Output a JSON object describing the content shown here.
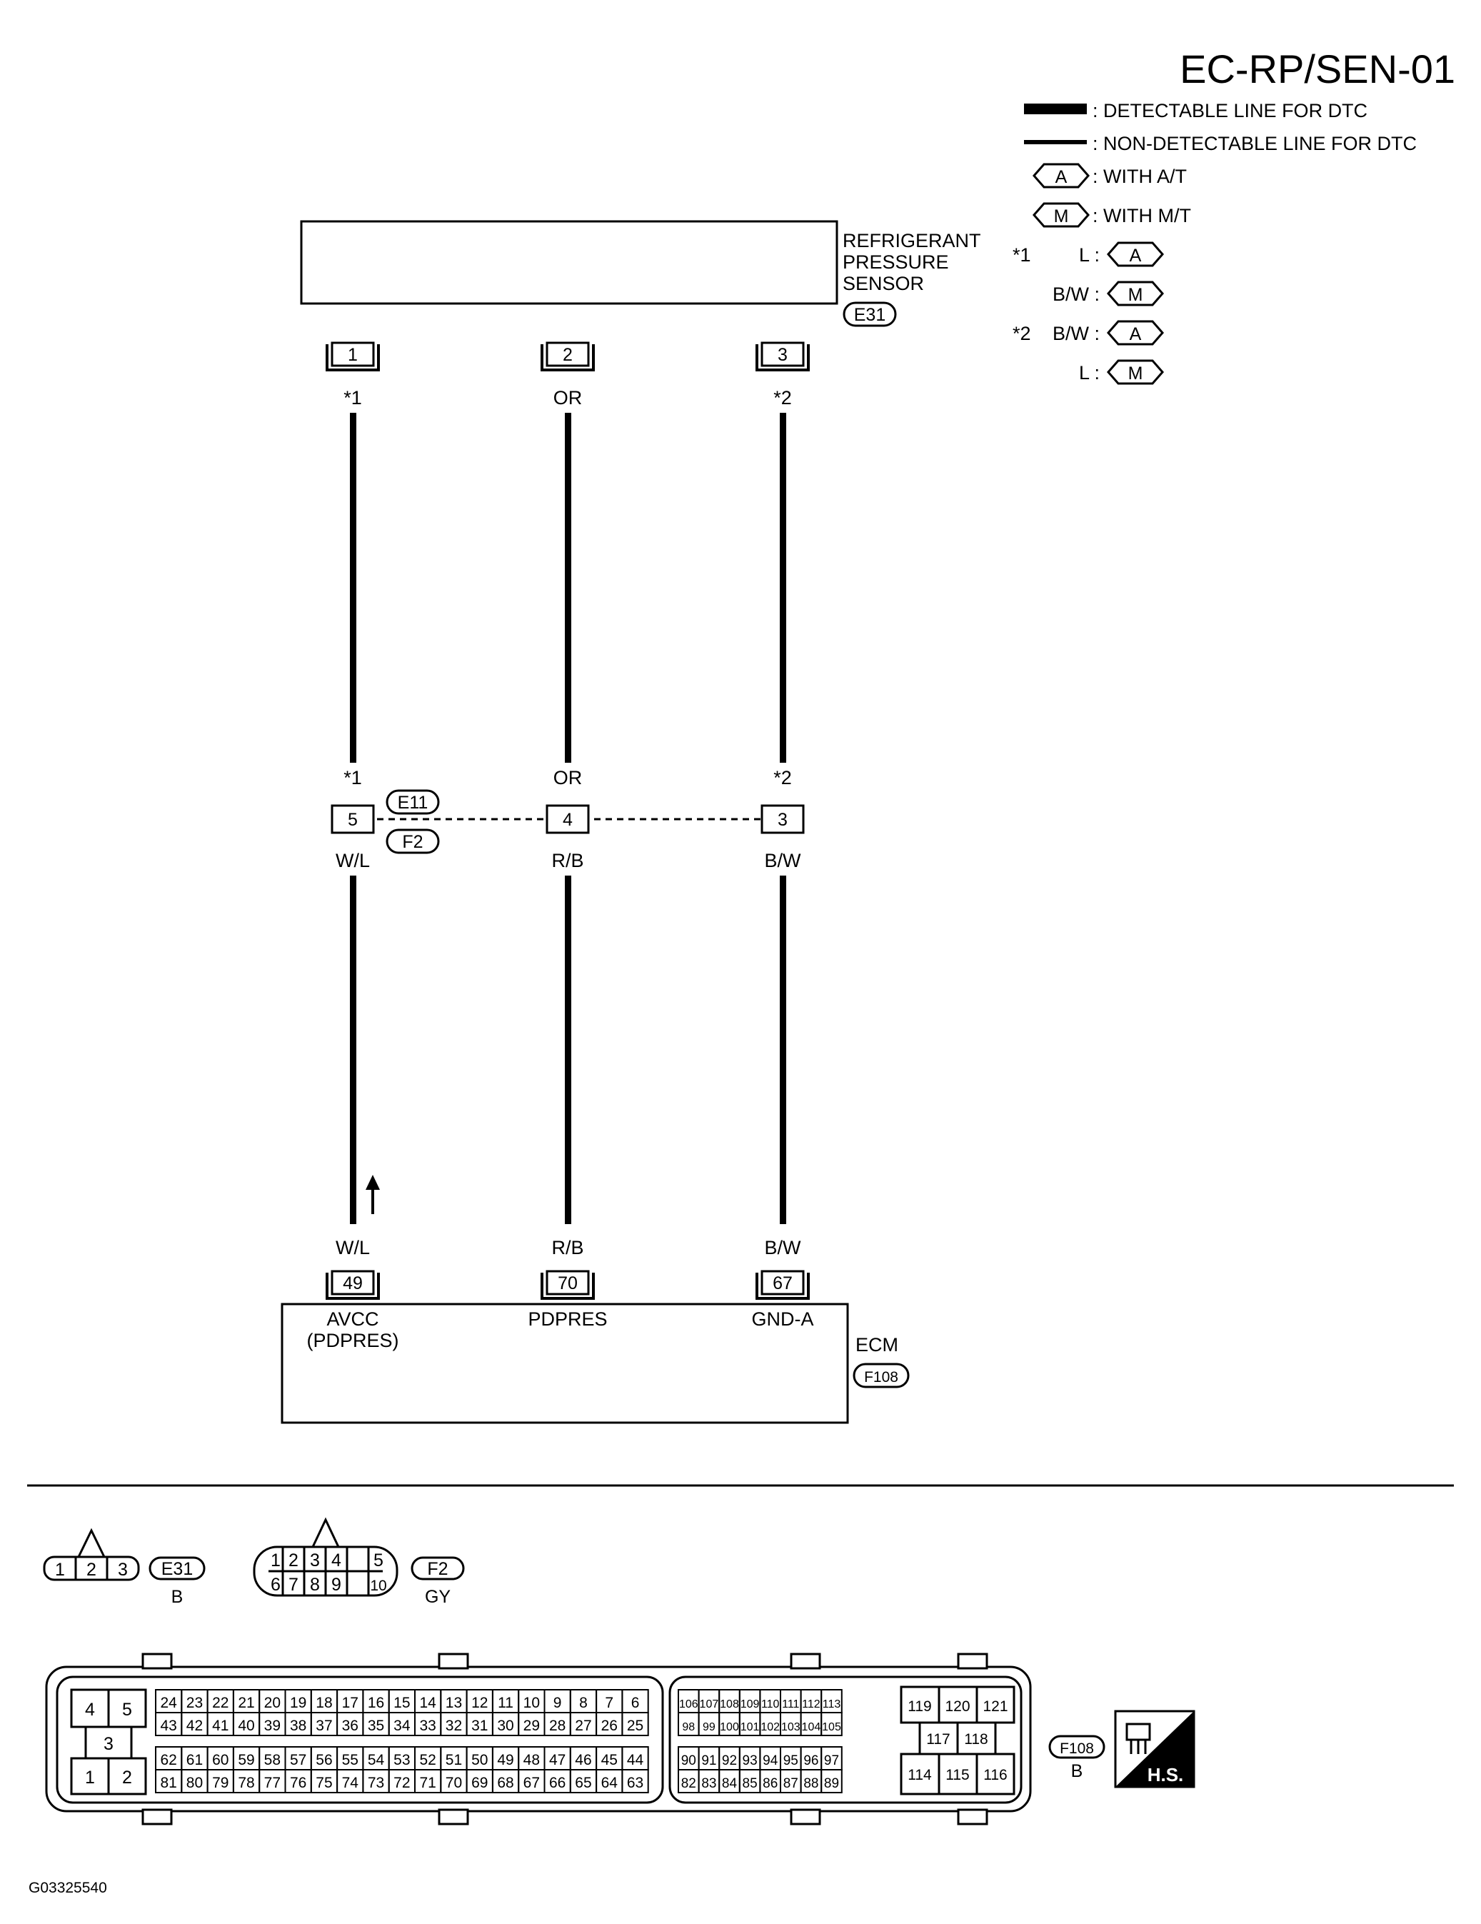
{
  "title": "EC-RP/SEN-01",
  "figure_id": "G03325540",
  "legend": {
    "detectable": ": DETECTABLE LINE FOR DTC",
    "non_detectable": ": NON-DETECTABLE LINE FOR DTC",
    "at_symbol": "A",
    "at_text": ": WITH A/T",
    "mt_symbol": "M",
    "mt_text": ": WITH M/T",
    "star1": "*1",
    "star2": "*2",
    "star1_at_color": "L :",
    "star1_mt_color": "B/W :",
    "star2_at_color": "B/W :",
    "star2_mt_color": "L :"
  },
  "sensor": {
    "name_line1": "REFRIGERANT",
    "name_line2": "PRESSURE",
    "name_line3": "SENSOR",
    "connector": "E31",
    "pins": [
      "1",
      "2",
      "3"
    ]
  },
  "wires": {
    "top_labels": [
      "*1",
      "OR",
      "*2"
    ],
    "mid_labels_top": [
      "*1",
      "OR",
      "*2"
    ],
    "mid_labels_bottom": [
      "W/L",
      "R/B",
      "B/W"
    ],
    "bottom_labels": [
      "W/L",
      "R/B",
      "B/W"
    ]
  },
  "joint": {
    "pins": [
      "5",
      "4",
      "3"
    ],
    "connector_top": "E11",
    "connector_bottom": "F2"
  },
  "ecm": {
    "name": "ECM",
    "connector": "F108",
    "pins": [
      "49",
      "70",
      "67"
    ],
    "pin_label_49_line1": "AVCC",
    "pin_label_49_line2": "(PDPRES)",
    "pin_label_70": "PDPRES",
    "pin_label_67": "GND-A"
  },
  "connectors": {
    "e31": {
      "id": "E31",
      "color": "B",
      "pins": [
        "1",
        "2",
        "3"
      ]
    },
    "f2": {
      "id": "F2",
      "color": "GY",
      "top": [
        "1",
        "2",
        "3",
        "4",
        "5"
      ],
      "bottom": [
        "6",
        "7",
        "8",
        "9",
        "10"
      ]
    },
    "f108": {
      "id": "F108",
      "color": "B",
      "big_block": [
        "4",
        "5",
        "3",
        "1",
        "2"
      ],
      "row_a1": [
        "24",
        "23",
        "22",
        "21",
        "20",
        "19",
        "18",
        "17",
        "16",
        "15",
        "14",
        "13",
        "12",
        "11",
        "10",
        "9",
        "8",
        "7",
        "6"
      ],
      "row_a2": [
        "43",
        "42",
        "41",
        "40",
        "39",
        "38",
        "37",
        "36",
        "35",
        "34",
        "33",
        "32",
        "31",
        "30",
        "29",
        "28",
        "27",
        "26",
        "25"
      ],
      "row_a3": [
        "62",
        "61",
        "60",
        "59",
        "58",
        "57",
        "56",
        "55",
        "54",
        "53",
        "52",
        "51",
        "50",
        "49",
        "48",
        "47",
        "46",
        "45",
        "44"
      ],
      "row_a4": [
        "81",
        "80",
        "79",
        "78",
        "77",
        "76",
        "75",
        "74",
        "73",
        "72",
        "71",
        "70",
        "69",
        "68",
        "67",
        "66",
        "65",
        "64",
        "63"
      ],
      "row_b1": [
        "106",
        "107",
        "108",
        "109",
        "110",
        "111",
        "112",
        "113"
      ],
      "row_b2": [
        "98",
        "99",
        "100",
        "101",
        "102",
        "103",
        "104",
        "105"
      ],
      "row_b3": [
        "90",
        "91",
        "92",
        "93",
        "94",
        "95",
        "96",
        "97"
      ],
      "row_b4": [
        "82",
        "83",
        "84",
        "85",
        "86",
        "87",
        "88",
        "89"
      ],
      "right_top": [
        "119",
        "120",
        "121"
      ],
      "right_mid": [
        "117",
        "118"
      ],
      "right_bot": [
        "114",
        "115",
        "116"
      ]
    }
  },
  "hs_label": "H.S."
}
